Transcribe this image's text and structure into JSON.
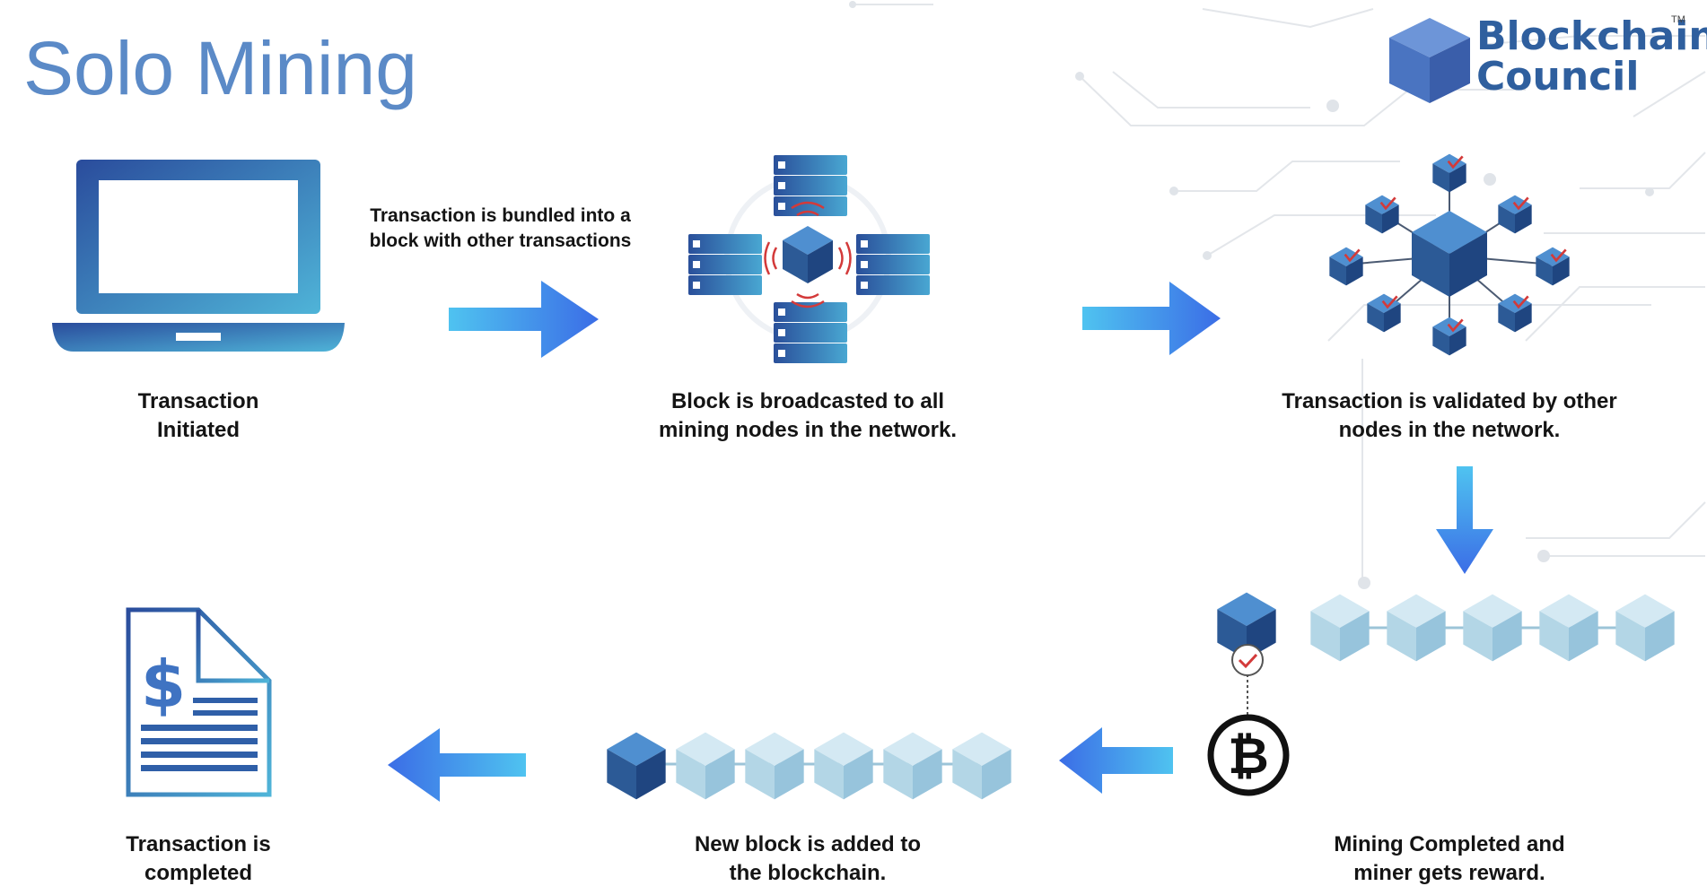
{
  "title": "Solo Mining",
  "brand": {
    "line1": "Blockchain",
    "line2": "Council",
    "tm": "TM"
  },
  "steps": {
    "initiated": {
      "line1": "Transaction",
      "line2": "Initiated"
    },
    "bundled": {
      "line1": "Transaction is bundled into a",
      "line2": "block with other transactions"
    },
    "broadcast": {
      "line1": "Block is broadcasted to all",
      "line2": "mining nodes in the network."
    },
    "validated": {
      "line1": "Transaction is validated by other",
      "line2": "nodes in the network."
    },
    "mining_completed": {
      "line1": "Mining Completed and",
      "line2": "miner gets reward."
    },
    "block_added": {
      "line1": "New block is added to",
      "line2": "the blockchain."
    },
    "completed": {
      "line1": "Transaction is",
      "line2": "completed"
    }
  },
  "icons": {
    "bitcoin": "bitcoin-icon",
    "invoice": "invoice-dollar-icon",
    "laptop": "laptop-icon",
    "server": "server-node-icon",
    "network": "network-cube-icon"
  },
  "colors": {
    "title": "#5b8ac7",
    "brand": "#2f5f9e",
    "arrow_start": "#4fc3f0",
    "arrow_end": "#3b6de6",
    "cube_dark": "#2c5a96",
    "cube_light": "#a9cfe2",
    "check": "#d33a3a"
  }
}
